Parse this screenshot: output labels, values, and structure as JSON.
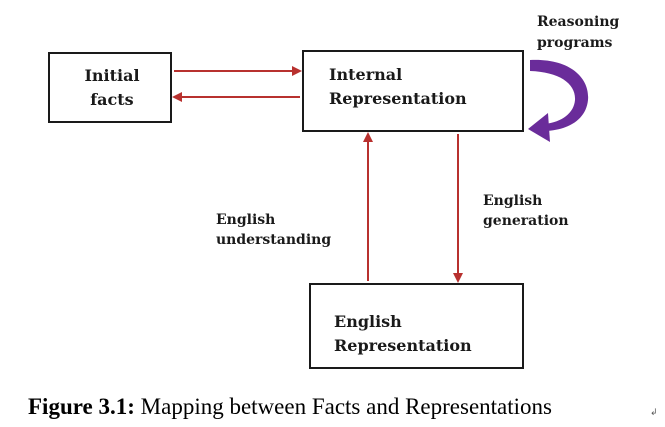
{
  "nodes": {
    "initial_facts": {
      "line1": "Initial",
      "line2": "facts"
    },
    "internal_representation": {
      "line1": "Internal",
      "line2": "Representation"
    },
    "english_representation": {
      "line1": "English",
      "line2": "Representation"
    }
  },
  "edge_labels": {
    "reasoning": {
      "line1": "Reasoning",
      "line2": "programs"
    },
    "english_generation": {
      "line1": "English",
      "line2": "generation"
    },
    "english_understanding": {
      "line1": "English",
      "line2": "understanding"
    }
  },
  "caption": {
    "prefix": "Figure 3.1:",
    "text": " Mapping between Facts and Representations"
  },
  "colors": {
    "arrow": "#b8312f",
    "loop": "#6a2c9a",
    "box_border": "#1a1a1a"
  }
}
